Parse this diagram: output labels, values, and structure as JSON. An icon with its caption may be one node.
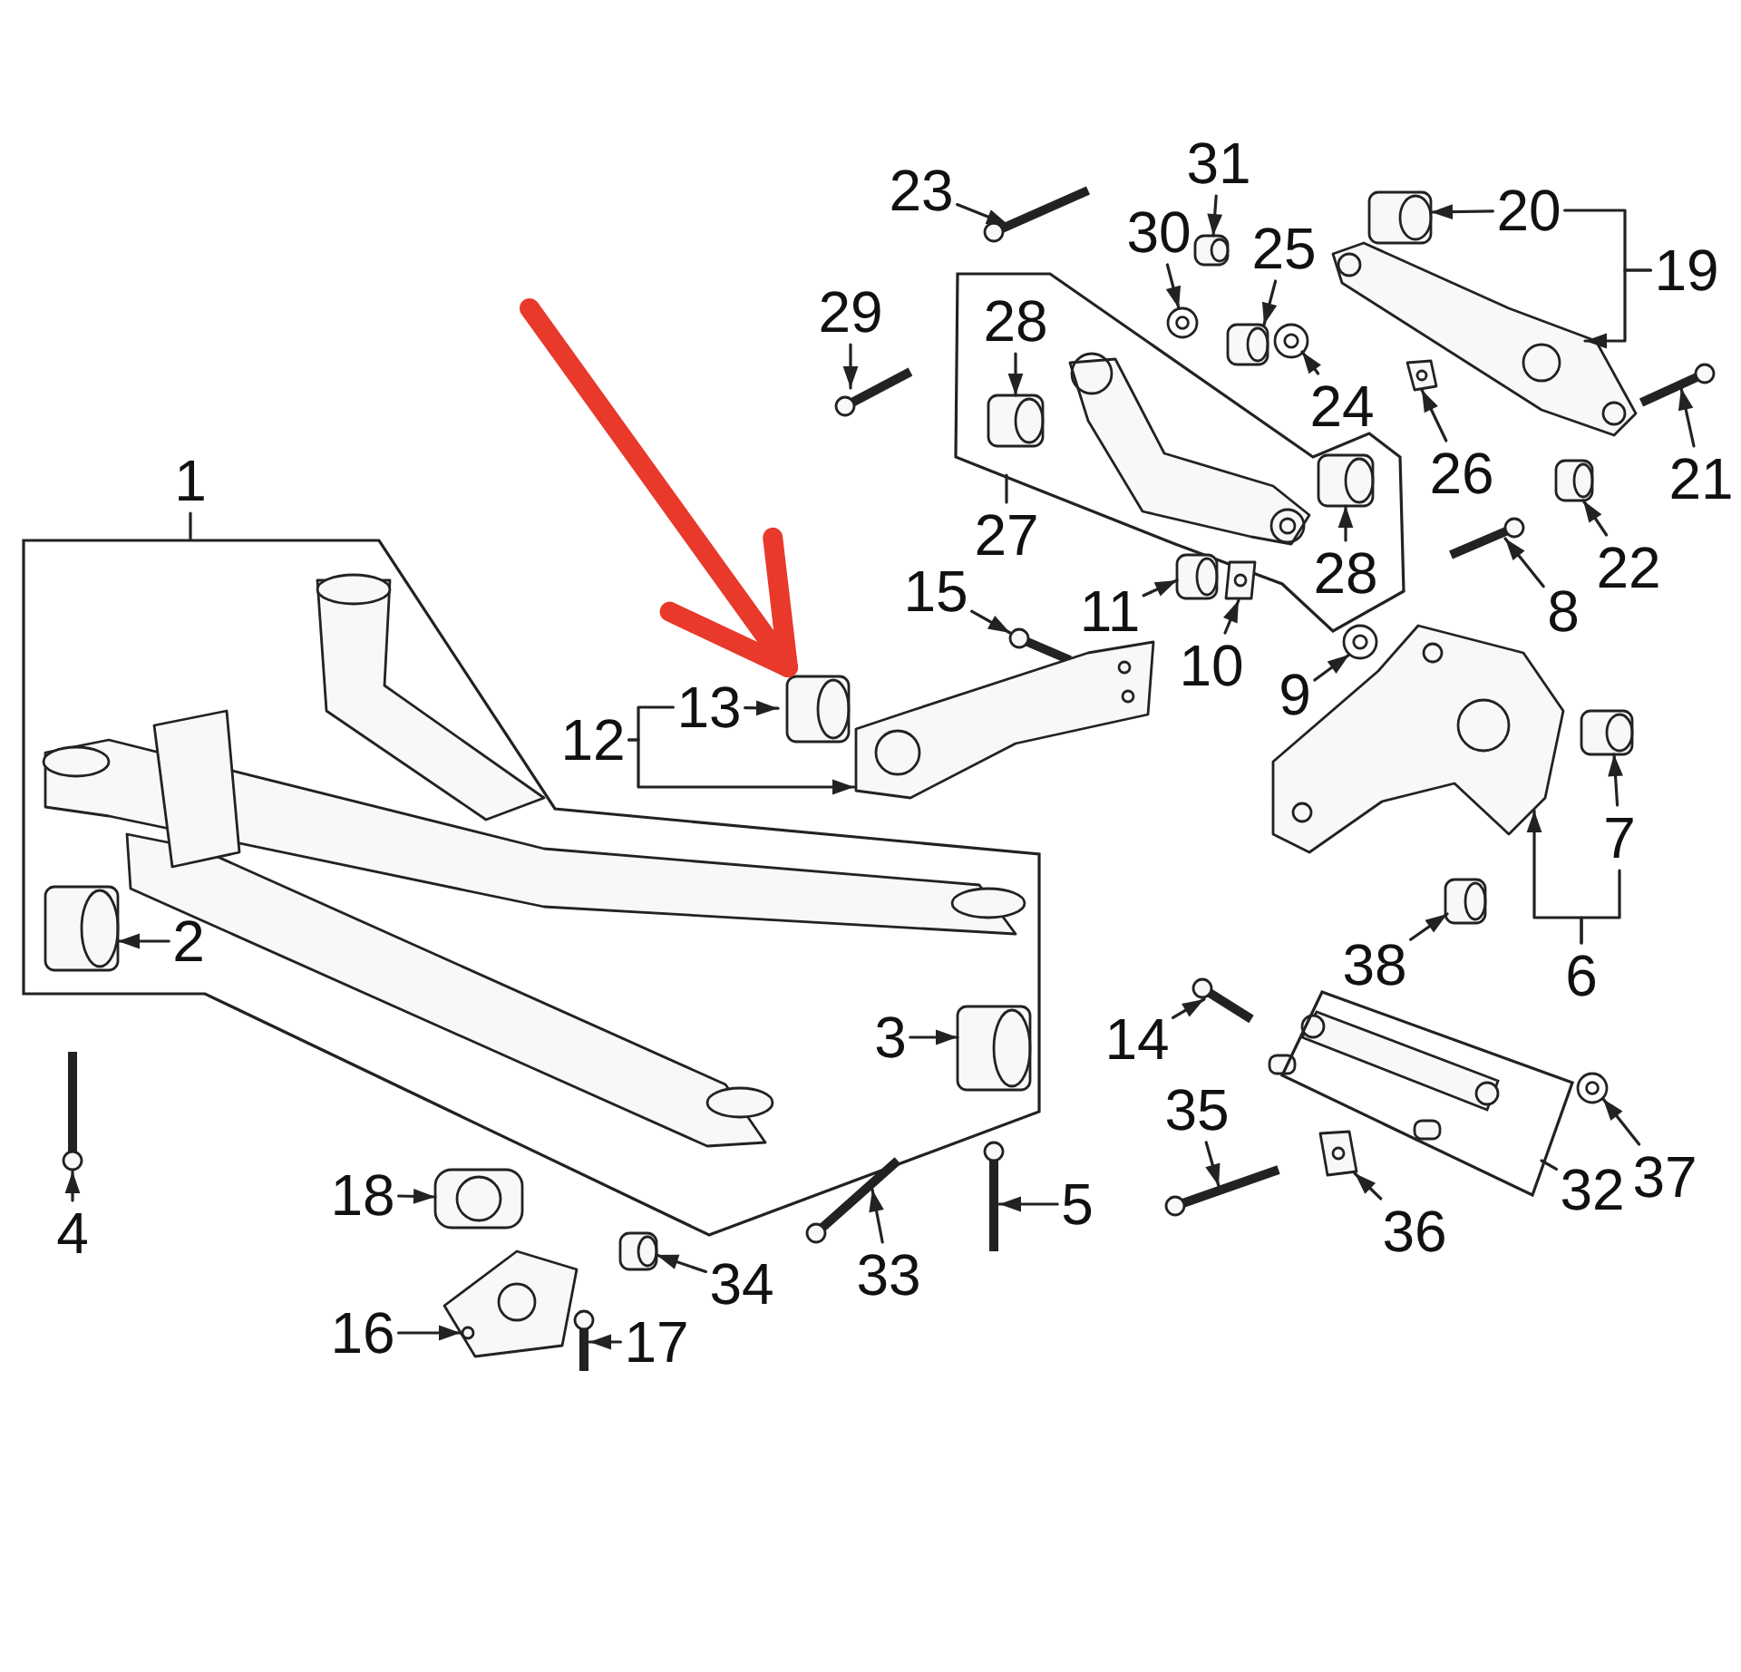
{
  "diagram": {
    "nodes": [
      {
        "text": [
          "23"
        ]
      },
      {
        "text": [
          "31"
        ]
      },
      {
        "text": [
          "30"
        ]
      },
      {
        "text": [
          "25"
        ]
      },
      {
        "text": [
          "20"
        ]
      },
      {
        "text": [
          "19"
        ]
      },
      {
        "text": [
          "29"
        ]
      },
      {
        "text": [],
        "shape": "box"
      },
      {
        "text": [
          "28"
        ],
        "in": 7
      },
      {
        "text": [
          "24"
        ]
      },
      {
        "text": [
          "26"
        ]
      },
      {
        "text": [
          "21"
        ]
      },
      {
        "text": [
          "28"
        ],
        "in": 7
      },
      {
        "text": [
          "27"
        ]
      },
      {
        "text": [
          "22"
        ]
      },
      {
        "text": [
          "8"
        ]
      },
      {
        "text": [
          "1"
        ]
      },
      {
        "text": [],
        "shape": "box"
      },
      {
        "text": [
          "15"
        ]
      },
      {
        "text": [
          "11"
        ]
      },
      {
        "text": [
          "10"
        ]
      },
      {
        "text": [
          "13"
        ]
      },
      {
        "text": [],
        "shape": "picture"
      },
      {
        "text": [
          "9"
        ]
      },
      {
        "text": [
          "12"
        ]
      },
      {
        "text": [
          "7"
        ]
      },
      {
        "text": [
          "2"
        ],
        "in": 17
      },
      {
        "text": [
          "38"
        ]
      },
      {
        "text": [
          "6"
        ]
      },
      {
        "text": [
          "3"
        ],
        "in": 17
      },
      {
        "text": [
          "14"
        ]
      },
      {
        "text": [],
        "shape": "box"
      },
      {
        "text": [
          "35"
        ]
      },
      {
        "text": [
          "32"
        ]
      },
      {
        "text": [
          "37"
        ]
      },
      {
        "text": [
          "4"
        ]
      },
      {
        "text": [
          "18"
        ]
      },
      {
        "text": [
          "5"
        ]
      },
      {
        "text": [
          "36"
        ]
      },
      {
        "text": [
          "34"
        ]
      },
      {
        "text": [
          "33"
        ]
      },
      {
        "text": [
          "16"
        ]
      },
      {
        "text": [
          "17"
        ]
      },
      {
        "text": [],
        "shape": "picture"
      },
      {
        "text": [],
        "shape": "picture"
      },
      {
        "text": [],
        "shape": "picture"
      },
      {
        "text": [],
        "shape": "picture"
      },
      {
        "text": [],
        "shape": "picture"
      },
      {
        "text": [],
        "shape": "picture"
      },
      {
        "text": [],
        "shape": "picture"
      },
      {
        "text": [],
        "shape": "picture",
        "in": 7
      },
      {
        "text": [],
        "shape": "picture"
      },
      {
        "text": [],
        "shape": "picture"
      },
      {
        "text": [],
        "shape": "picture"
      },
      {
        "text": [],
        "shape": "picture",
        "in": 7
      },
      {
        "text": [],
        "shape": "picture"
      },
      {
        "text": [],
        "shape": "picture"
      },
      {
        "text": [],
        "shape": "picture"
      },
      {
        "text": [],
        "shape": "picture"
      },
      {
        "text": [],
        "shape": "picture"
      },
      {
        "text": [],
        "shape": "picture"
      },
      {
        "text": [],
        "shape": "picture"
      },
      {
        "text": [],
        "shape": "picture"
      },
      {
        "text": [],
        "shape": "picture"
      },
      {
        "text": [],
        "shape": "picture",
        "in": 17
      },
      {
        "text": [],
        "shape": "picture"
      },
      {
        "text": [],
        "shape": "picture",
        "in": 17
      },
      {
        "text": [],
        "shape": "picture"
      },
      {
        "text": [],
        "shape": "picture"
      },
      {
        "text": [],
        "shape": "picture"
      },
      {
        "text": [],
        "shape": "picture"
      },
      {
        "text": [],
        "shape": "picture"
      },
      {
        "text": [],
        "shape": "picture"
      },
      {
        "text": [],
        "shape": "picture"
      },
      {
        "text": [],
        "shape": "picture"
      },
      {
        "text": [],
        "shape": "picture"
      },
      {
        "text": [],
        "shape": "picture"
      },
      {
        "text": [],
        "shape": "picture"
      },
      {
        "text": [],
        "shape": "picture",
        "in": 7
      }
    ],
    "edges": [
      {
        "from": 0,
        "to": 43,
        "arrow": "to"
      },
      {
        "from": 1,
        "to": 44,
        "arrow": "to"
      },
      {
        "from": 2,
        "to": 45,
        "arrow": "to"
      },
      {
        "from": 3,
        "to": 46,
        "arrow": "to"
      },
      {
        "from": 4,
        "to": 47,
        "arrow": "to"
      },
      {
        "from": 5,
        "to": 4,
        "arrow": "none"
      },
      {
        "from": 5,
        "to": 48,
        "arrow": "to"
      },
      {
        "from": 6,
        "to": 49,
        "arrow": "to"
      },
      {
        "from": 8,
        "to": 50,
        "arrow": "to"
      },
      {
        "from": 9,
        "to": 51,
        "arrow": "to"
      },
      {
        "from": 10,
        "to": 52,
        "arrow": "to"
      },
      {
        "from": 11,
        "to": 53,
        "arrow": "to"
      },
      {
        "from": 12,
        "to": 54,
        "arrow": "to"
      },
      {
        "from": 13,
        "to": 7,
        "arrow": "none"
      },
      {
        "from": 14,
        "to": 55,
        "arrow": "to"
      },
      {
        "from": 15,
        "to": 56,
        "arrow": "to"
      },
      {
        "from": 16,
        "to": 17,
        "arrow": "none"
      },
      {
        "from": 18,
        "to": 57,
        "arrow": "to"
      },
      {
        "from": 19,
        "to": 58,
        "arrow": "to"
      },
      {
        "from": 20,
        "to": 59,
        "arrow": "to"
      },
      {
        "from": 21,
        "to": 22,
        "arrow": "to"
      },
      {
        "from": null,
        "to": 22,
        "arrow": "to",
        "style": "thick",
        "color": "#e8392b"
      },
      {
        "from": 23,
        "to": 61,
        "arrow": "to"
      },
      {
        "from": 24,
        "to": 21,
        "arrow": "none"
      },
      {
        "from": 24,
        "to": 60,
        "arrow": "to"
      },
      {
        "from": 25,
        "to": 62,
        "arrow": "to"
      },
      {
        "from": 26,
        "to": 64,
        "arrow": "to"
      },
      {
        "from": 27,
        "to": 65,
        "arrow": "to"
      },
      {
        "from": 28,
        "to": 25,
        "arrow": "none"
      },
      {
        "from": 28,
        "to": 63,
        "arrow": "to"
      },
      {
        "from": 29,
        "to": 66,
        "arrow": "to"
      },
      {
        "from": 30,
        "to": 67,
        "arrow": "to"
      },
      {
        "from": 32,
        "to": 68,
        "arrow": "to"
      },
      {
        "from": 33,
        "to": 31,
        "arrow": "none"
      },
      {
        "from": 34,
        "to": 69,
        "arrow": "to"
      },
      {
        "from": 35,
        "to": 70,
        "arrow": "to"
      },
      {
        "from": 36,
        "to": 71,
        "arrow": "to"
      },
      {
        "from": 37,
        "to": 72,
        "arrow": "to"
      },
      {
        "from": 38,
        "to": 73,
        "arrow": "to"
      },
      {
        "from": 39,
        "to": 74,
        "arrow": "to"
      },
      {
        "from": 40,
        "to": 75,
        "arrow": "to"
      },
      {
        "from": 41,
        "to": 76,
        "arrow": "to"
      },
      {
        "from": 42,
        "to": 77,
        "arrow": "to"
      }
    ]
  }
}
